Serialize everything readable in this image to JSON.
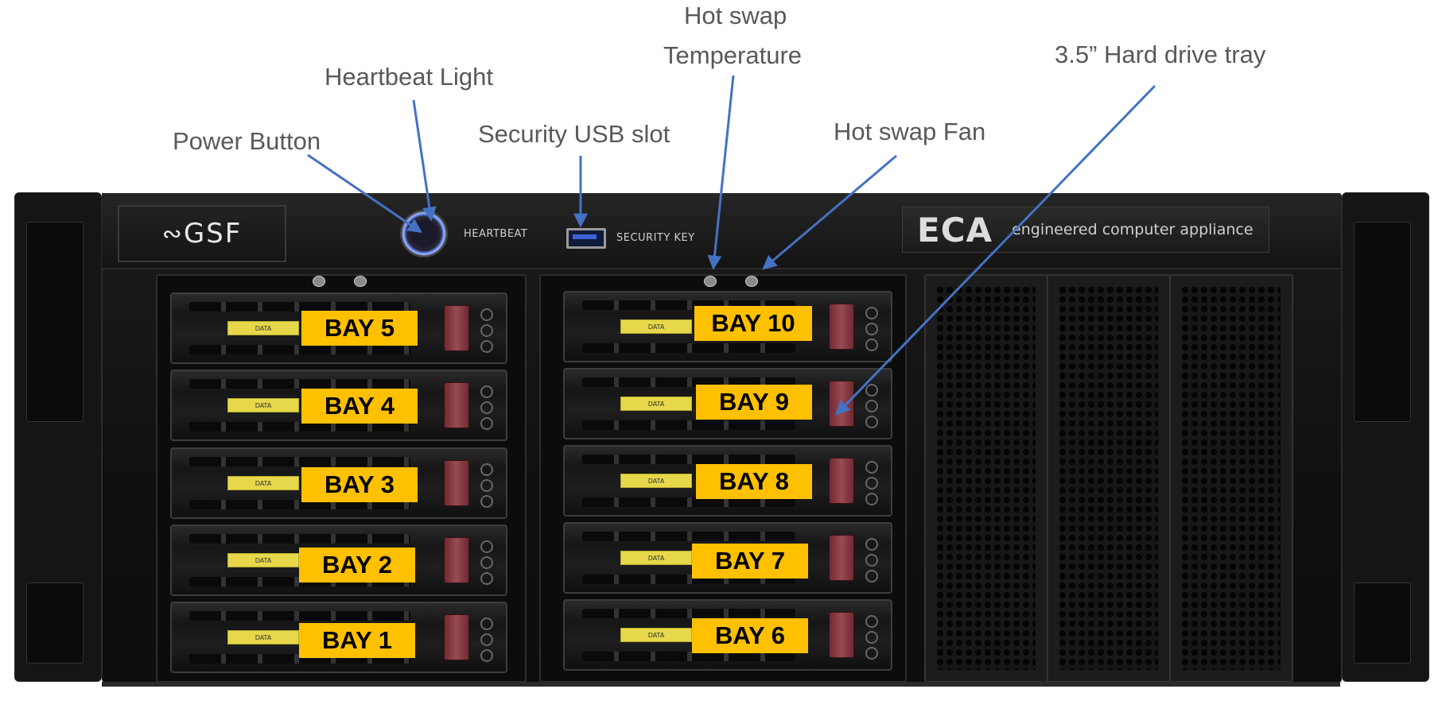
{
  "callouts": {
    "power_button": "Power Button",
    "heartbeat_light": "Heartbeat Light",
    "security_usb_slot": "Security USB slot",
    "hot_swap_line1": "Hot swap",
    "hot_swap_line2": "Temperature",
    "hot_swap_fan": "Hot swap Fan",
    "hard_drive_tray": "3.5” Hard drive tray"
  },
  "panel": {
    "gsf_logo": "GSF",
    "heartbeat_label": "HEARTBEAT",
    "security_key_label": "SECURITY KEY",
    "eca_logo": "ECA",
    "eca_tagline": "engineered computer appliance",
    "tray_label": "DATA"
  },
  "bays_left": [
    "BAY 5",
    "BAY 4",
    "BAY 3",
    "BAY 2",
    "BAY 1"
  ],
  "bays_mid": [
    "BAY 10",
    "BAY 9",
    "BAY 8",
    "BAY 7",
    "BAY 6"
  ],
  "colors": {
    "callout_text": "#595959",
    "arrow": "#4472c4",
    "bay_label_bg": "#ffc000"
  }
}
